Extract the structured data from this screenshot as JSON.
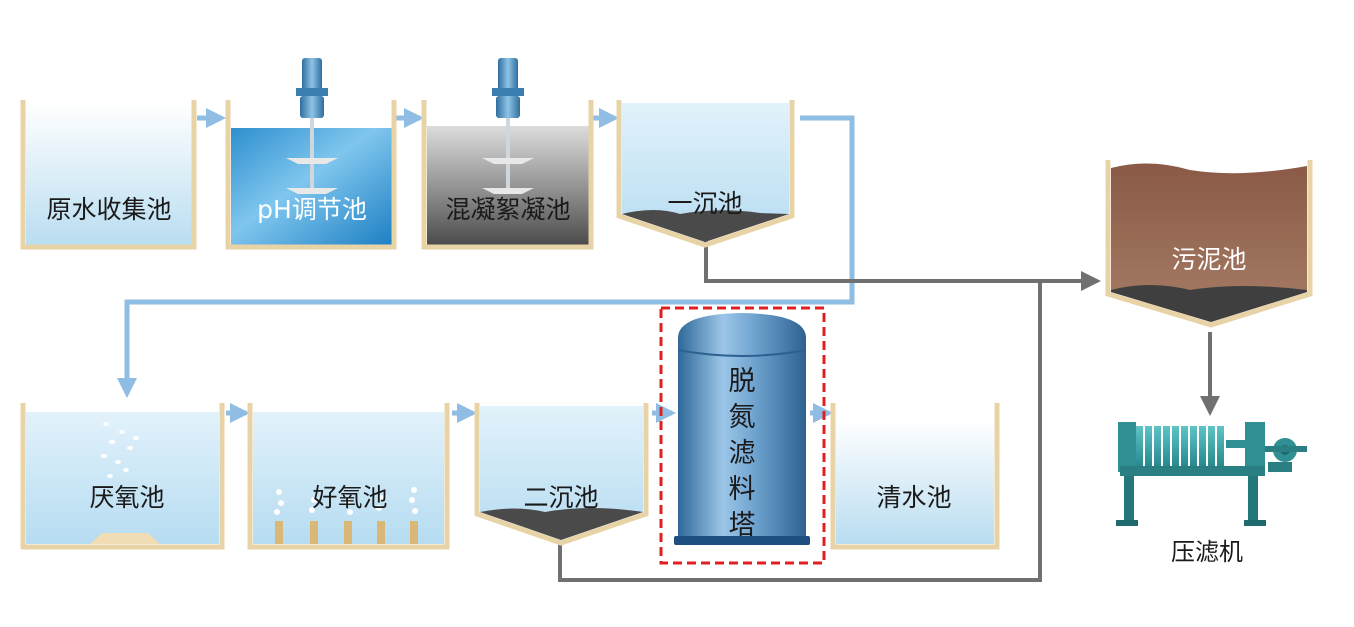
{
  "tanks": {
    "raw": "原水收集池",
    "ph": "pH调节池",
    "coag": "混凝絮凝池",
    "primary_sed": "一沉池",
    "sludge": "污泥池",
    "anaerobic": "厌氧池",
    "aerobic": "好氧池",
    "secondary_sed": "二沉池",
    "clean": "清水池"
  },
  "tower": {
    "chars": [
      "脱",
      "氮",
      "滤",
      "料",
      "塔"
    ]
  },
  "filter_press": {
    "label": "压滤机"
  },
  "colors": {
    "water_flow": "#8fbde3",
    "sludge_flow": "#707070",
    "tank_rim": "#e8d3a6",
    "highlight_box": "#e02020",
    "sludge": "#7a4a38",
    "tower": "#4a80ad",
    "filter_press": "#3aa5a8"
  }
}
